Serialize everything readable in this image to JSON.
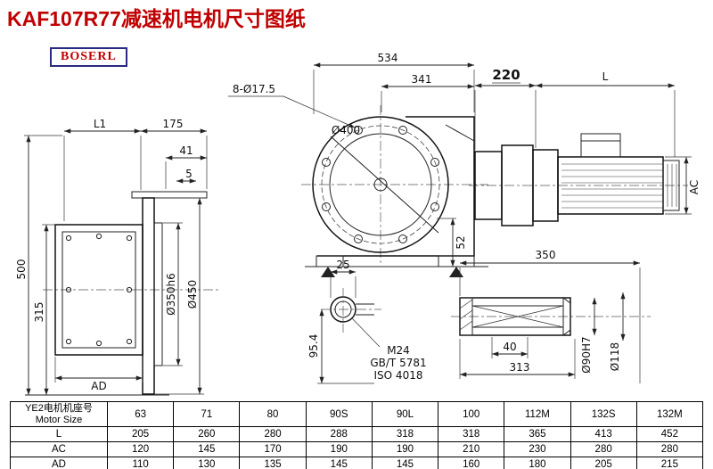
{
  "page": {
    "title": "KAF107R77减速机电机尺寸图纸",
    "brand": "BOSERL"
  },
  "dims": {
    "left": {
      "L1": "L1",
      "w175": "175",
      "w41": "41",
      "w5": "5",
      "h500": "500",
      "h315": "315",
      "AD": "AD",
      "flange_spigot": "Ø350h6",
      "flange_od": "Ø450"
    },
    "front": {
      "w534": "534",
      "w341": "341",
      "bolts": "8-Ø17.5",
      "flange": "Ø400",
      "h52": "52"
    },
    "fastener": {
      "w25": "25",
      "h954": "95.4",
      "thread": "M24",
      "std1": "GB/T 5781",
      "std2": "ISO 4018"
    },
    "motor": {
      "w220": "220",
      "L": "L",
      "AC": "AC"
    },
    "shaft": {
      "w350": "350",
      "w40": "40",
      "w313": "313",
      "bore": "Ø90H7",
      "od": "Ø118"
    }
  },
  "table": {
    "header_line1": "YE2电机机座号",
    "header_line2": "Motor Size",
    "sizes": [
      "63",
      "71",
      "80",
      "90S",
      "90L",
      "100",
      "112M",
      "132S",
      "132M"
    ],
    "rows": [
      {
        "label": "L",
        "values": [
          "205",
          "260",
          "280",
          "288",
          "318",
          "318",
          "365",
          "413",
          "452"
        ]
      },
      {
        "label": "AC",
        "values": [
          "120",
          "145",
          "170",
          "190",
          "190",
          "210",
          "230",
          "280",
          "280"
        ]
      },
      {
        "label": "AD",
        "values": [
          "110",
          "130",
          "135",
          "145",
          "145",
          "160",
          "180",
          "205",
          "215"
        ]
      }
    ]
  },
  "colors": {
    "title": "#c00000",
    "line": "#222222"
  }
}
